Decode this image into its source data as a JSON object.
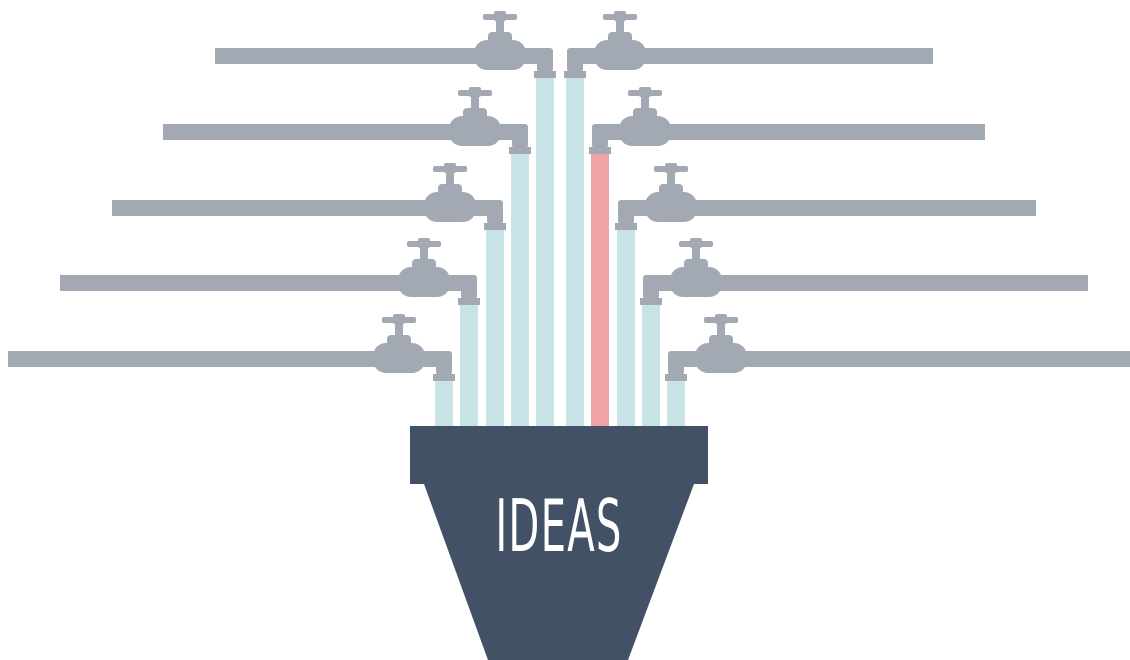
{
  "pot": {
    "label": "IDEAS"
  },
  "colors": {
    "pipe": "#a3a9b3",
    "water": "#c7e3e6",
    "highlight_stream": "#f0a3a4",
    "pot": "#435166",
    "background": "#ffffff"
  },
  "faucets": [
    {
      "side": "left",
      "tier": 1,
      "stream": "water"
    },
    {
      "side": "left",
      "tier": 2,
      "stream": "water"
    },
    {
      "side": "left",
      "tier": 3,
      "stream": "water"
    },
    {
      "side": "left",
      "tier": 4,
      "stream": "water"
    },
    {
      "side": "left",
      "tier": 5,
      "stream": "water"
    },
    {
      "side": "right",
      "tier": 1,
      "stream": "water"
    },
    {
      "side": "right",
      "tier": 2,
      "stream": "highlight"
    },
    {
      "side": "right",
      "tier": 3,
      "stream": "water"
    },
    {
      "side": "right",
      "tier": 4,
      "stream": "water"
    },
    {
      "side": "right",
      "tier": 5,
      "stream": "water"
    }
  ]
}
